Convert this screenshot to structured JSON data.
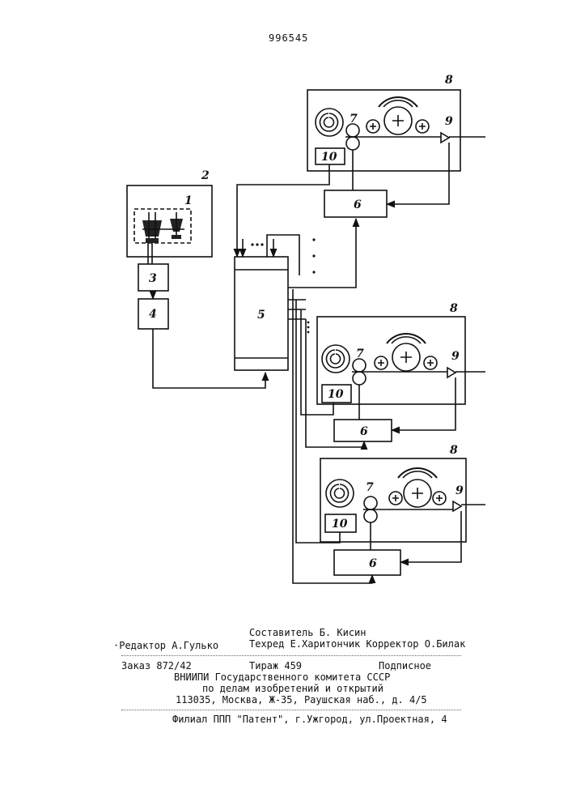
{
  "header": {
    "doc_number": "996545"
  },
  "diagram": {
    "labels": {
      "unit_1": "1",
      "unit_2": "2",
      "unit_3": "3",
      "unit_4": "4",
      "unit_5": "5",
      "unit_6": "6",
      "unit_7": "7",
      "unit_8": "8",
      "unit_9": "9",
      "unit_10": "10"
    }
  },
  "imprint": {
    "compiler": "Составитель Б. Кисин",
    "editor": "·Редактор А.Гулько",
    "techred_corrector": "Техред Е.Харитончик Корректор О.Билак",
    "order": "Заказ 872/42",
    "circulation": "Тираж 459",
    "subscription": "Подписное",
    "org_line1": "ВНИИПИ Государственного комитета СССР",
    "org_line2": "по делам изобретений и открытий",
    "address": "113035, Москва, Ж-35, Раушская наб., д. 4/5",
    "branch": "Филиал ППП \"Патент\", г.Ужгород, ул.Проектная, 4"
  }
}
